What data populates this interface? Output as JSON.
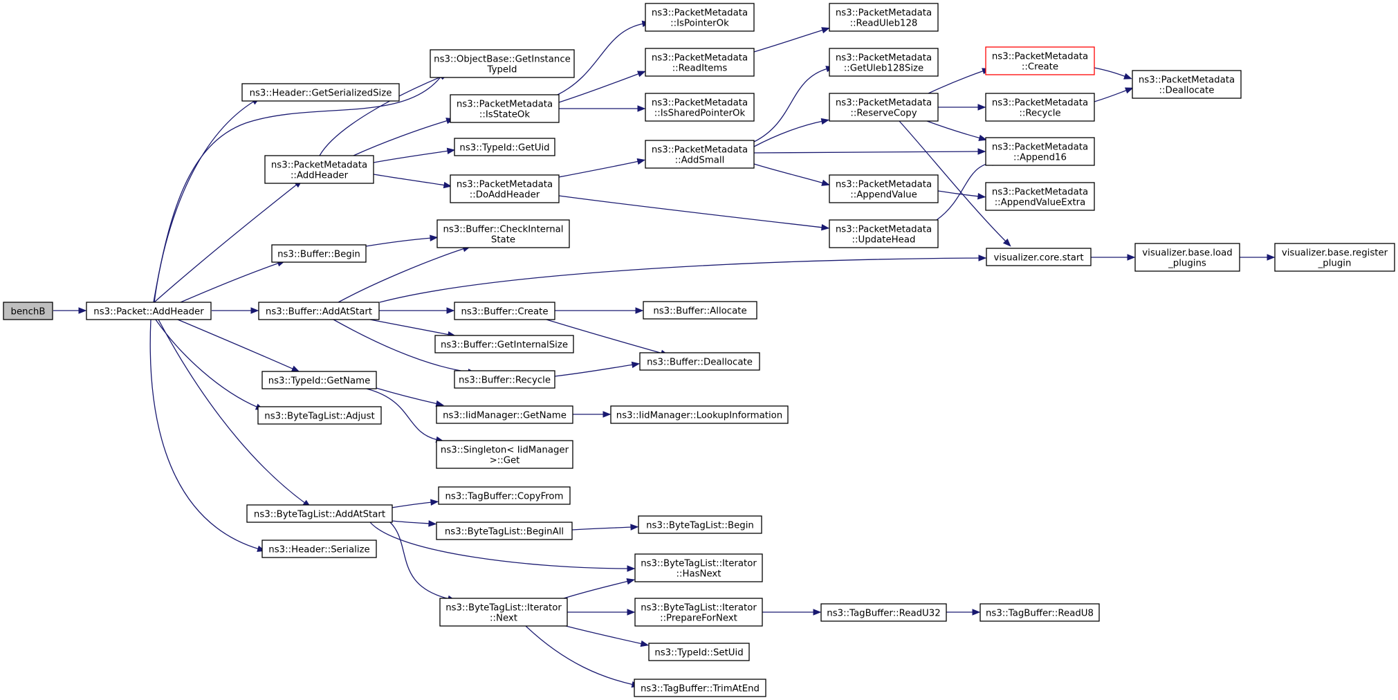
{
  "diagram": {
    "kind": "doxygen-call-graph",
    "colors": {
      "edge": "#191970",
      "highlight_border": "#ff0000",
      "root_fill": "#bfbfbf"
    },
    "nodes": [
      {
        "id": "benchB",
        "lines": [
          "benchB"
        ],
        "style": "root"
      },
      {
        "id": "packet_addheader",
        "lines": [
          "ns3::Packet::AddHeader"
        ]
      },
      {
        "id": "header_getserializedsize",
        "lines": [
          "ns3::Header::GetSerializedSize"
        ]
      },
      {
        "id": "objectbase_getinstancetypeid",
        "lines": [
          "ns3::ObjectBase::GetInstance",
          "TypeId"
        ]
      },
      {
        "id": "pm_addheader",
        "lines": [
          "ns3::PacketMetadata",
          "::AddHeader"
        ]
      },
      {
        "id": "buffer_begin",
        "lines": [
          "ns3::Buffer::Begin"
        ]
      },
      {
        "id": "buffer_addatstart",
        "lines": [
          "ns3::Buffer::AddAtStart"
        ]
      },
      {
        "id": "typeid_getname",
        "lines": [
          "ns3::TypeId::GetName"
        ]
      },
      {
        "id": "bytetaglist_adjust",
        "lines": [
          "ns3::ByteTagList::Adjust"
        ]
      },
      {
        "id": "bytetaglist_addatstart",
        "lines": [
          "ns3::ByteTagList::AddAtStart"
        ]
      },
      {
        "id": "header_serialize",
        "lines": [
          "ns3::Header::Serialize"
        ]
      },
      {
        "id": "pm_isstateok",
        "lines": [
          "ns3::PacketMetadata",
          "::IsStateOk"
        ]
      },
      {
        "id": "typeid_getuid",
        "lines": [
          "ns3::TypeId::GetUid"
        ]
      },
      {
        "id": "pm_doaddheader",
        "lines": [
          "ns3::PacketMetadata",
          "::DoAddHeader"
        ]
      },
      {
        "id": "buffer_checkinternalstate",
        "lines": [
          "ns3::Buffer::CheckInternal",
          "State"
        ]
      },
      {
        "id": "buffer_create",
        "lines": [
          "ns3::Buffer::Create"
        ]
      },
      {
        "id": "buffer_getinternalsize",
        "lines": [
          "ns3::Buffer::GetInternalSize"
        ]
      },
      {
        "id": "buffer_recycle",
        "lines": [
          "ns3::Buffer::Recycle"
        ]
      },
      {
        "id": "iidmanager_getname",
        "lines": [
          "ns3::IidManager::GetName"
        ]
      },
      {
        "id": "singleton_get",
        "lines": [
          "ns3::Singleton< IidManager",
          ">::Get"
        ]
      },
      {
        "id": "tagbuffer_copyfrom",
        "lines": [
          "ns3::TagBuffer::CopyFrom"
        ]
      },
      {
        "id": "bytetaglist_beginall",
        "lines": [
          "ns3::ByteTagList::BeginAll"
        ]
      },
      {
        "id": "iterator_next",
        "lines": [
          "ns3::ByteTagList::Iterator",
          "::Next"
        ]
      },
      {
        "id": "pm_ispointerok",
        "lines": [
          "ns3::PacketMetadata",
          "::IsPointerOk"
        ]
      },
      {
        "id": "pm_readitems",
        "lines": [
          "ns3::PacketMetadata",
          "::ReadItems"
        ]
      },
      {
        "id": "pm_issharedpointerok",
        "lines": [
          "ns3::PacketMetadata",
          "::IsSharedPointerOk"
        ]
      },
      {
        "id": "pm_addsmall",
        "lines": [
          "ns3::PacketMetadata",
          "::AddSmall"
        ]
      },
      {
        "id": "buffer_allocate",
        "lines": [
          "ns3::Buffer::Allocate"
        ]
      },
      {
        "id": "buffer_deallocate",
        "lines": [
          "ns3::Buffer::Deallocate"
        ]
      },
      {
        "id": "iidmanager_lookupinformation",
        "lines": [
          "ns3::IidManager::LookupInformation"
        ]
      },
      {
        "id": "bytetaglist_begin",
        "lines": [
          "ns3::ByteTagList::Begin"
        ]
      },
      {
        "id": "iterator_hasnext",
        "lines": [
          "ns3::ByteTagList::Iterator",
          "::HasNext"
        ]
      },
      {
        "id": "iterator_preparefornext",
        "lines": [
          "ns3::ByteTagList::Iterator",
          "::PrepareForNext"
        ]
      },
      {
        "id": "typeid_setuid",
        "lines": [
          "ns3::TypeId::SetUid"
        ]
      },
      {
        "id": "tagbuffer_trimatend",
        "lines": [
          "ns3::TagBuffer::TrimAtEnd"
        ]
      },
      {
        "id": "pm_readuleb128",
        "lines": [
          "ns3::PacketMetadata",
          "::ReadUleb128"
        ]
      },
      {
        "id": "pm_getuleb128size",
        "lines": [
          "ns3::PacketMetadata",
          "::GetUleb128Size"
        ]
      },
      {
        "id": "pm_reservecopy",
        "lines": [
          "ns3::PacketMetadata",
          "::ReserveCopy"
        ]
      },
      {
        "id": "pm_appendvalue",
        "lines": [
          "ns3::PacketMetadata",
          "::AppendValue"
        ]
      },
      {
        "id": "pm_updatehead",
        "lines": [
          "ns3::PacketMetadata",
          "::UpdateHead"
        ]
      },
      {
        "id": "visualizer_core_start",
        "lines": [
          "visualizer.core.start"
        ]
      },
      {
        "id": "tagbuffer_readu32",
        "lines": [
          "ns3::TagBuffer::ReadU32"
        ]
      },
      {
        "id": "pm_create",
        "lines": [
          "ns3::PacketMetadata",
          "::Create"
        ],
        "style": "red"
      },
      {
        "id": "pm_recycle",
        "lines": [
          "ns3::PacketMetadata",
          "::Recycle"
        ]
      },
      {
        "id": "pm_append16",
        "lines": [
          "ns3::PacketMetadata",
          "::Append16"
        ]
      },
      {
        "id": "pm_appendvalueextra",
        "lines": [
          "ns3::PacketMetadata",
          "::AppendValueExtra"
        ]
      },
      {
        "id": "visualizer_base_load_plugins",
        "lines": [
          "visualizer.base.load",
          "_plugins"
        ]
      },
      {
        "id": "tagbuffer_readu8",
        "lines": [
          "ns3::TagBuffer::ReadU8"
        ]
      },
      {
        "id": "pm_deallocate",
        "lines": [
          "ns3::PacketMetadata",
          "::Deallocate"
        ]
      },
      {
        "id": "visualizer_base_register_plugin",
        "lines": [
          "visualizer.base.register",
          "_plugin"
        ]
      }
    ],
    "edges": [
      [
        "benchB",
        "packet_addheader"
      ],
      [
        "packet_addheader",
        "header_getserializedsize"
      ],
      [
        "packet_addheader",
        "objectbase_getinstancetypeid"
      ],
      [
        "packet_addheader",
        "pm_addheader"
      ],
      [
        "packet_addheader",
        "buffer_begin"
      ],
      [
        "packet_addheader",
        "buffer_addatstart"
      ],
      [
        "packet_addheader",
        "typeid_getname"
      ],
      [
        "packet_addheader",
        "bytetaglist_adjust"
      ],
      [
        "packet_addheader",
        "bytetaglist_addatstart"
      ],
      [
        "packet_addheader",
        "header_serialize"
      ],
      [
        "pm_addheader",
        "objectbase_getinstancetypeid"
      ],
      [
        "pm_addheader",
        "pm_isstateok"
      ],
      [
        "pm_addheader",
        "typeid_getuid"
      ],
      [
        "pm_addheader",
        "pm_doaddheader"
      ],
      [
        "pm_isstateok",
        "pm_ispointerok"
      ],
      [
        "pm_isstateok",
        "pm_readitems"
      ],
      [
        "pm_isstateok",
        "pm_issharedpointerok"
      ],
      [
        "pm_readitems",
        "pm_readuleb128"
      ],
      [
        "pm_doaddheader",
        "pm_addsmall"
      ],
      [
        "pm_doaddheader",
        "pm_updatehead"
      ],
      [
        "pm_addsmall",
        "pm_getuleb128size"
      ],
      [
        "pm_addsmall",
        "pm_reservecopy"
      ],
      [
        "pm_addsmall",
        "pm_append16"
      ],
      [
        "pm_addsmall",
        "pm_appendvalue"
      ],
      [
        "pm_reservecopy",
        "pm_create"
      ],
      [
        "pm_reservecopy",
        "pm_recycle"
      ],
      [
        "pm_reservecopy",
        "pm_append16"
      ],
      [
        "pm_reservecopy",
        "visualizer_core_start"
      ],
      [
        "pm_create",
        "pm_deallocate"
      ],
      [
        "pm_recycle",
        "pm_deallocate"
      ],
      [
        "pm_appendvalue",
        "pm_appendvalueextra"
      ],
      [
        "pm_updatehead",
        "pm_append16"
      ],
      [
        "buffer_begin",
        "buffer_checkinternalstate"
      ],
      [
        "buffer_addatstart",
        "buffer_checkinternalstate"
      ],
      [
        "buffer_addatstart",
        "visualizer_core_start"
      ],
      [
        "buffer_addatstart",
        "buffer_create"
      ],
      [
        "buffer_addatstart",
        "buffer_getinternalsize"
      ],
      [
        "buffer_addatstart",
        "buffer_recycle"
      ],
      [
        "buffer_create",
        "buffer_allocate"
      ],
      [
        "buffer_create",
        "buffer_deallocate"
      ],
      [
        "buffer_recycle",
        "buffer_deallocate"
      ],
      [
        "visualizer_core_start",
        "visualizer_base_load_plugins"
      ],
      [
        "visualizer_base_load_plugins",
        "visualizer_base_register_plugin"
      ],
      [
        "typeid_getname",
        "iidmanager_getname"
      ],
      [
        "typeid_getname",
        "singleton_get"
      ],
      [
        "iidmanager_getname",
        "iidmanager_lookupinformation"
      ],
      [
        "bytetaglist_addatstart",
        "tagbuffer_copyfrom"
      ],
      [
        "bytetaglist_addatstart",
        "bytetaglist_beginall"
      ],
      [
        "bytetaglist_addatstart",
        "iterator_hasnext"
      ],
      [
        "bytetaglist_addatstart",
        "iterator_next"
      ],
      [
        "bytetaglist_beginall",
        "bytetaglist_begin"
      ],
      [
        "iterator_next",
        "iterator_hasnext"
      ],
      [
        "iterator_next",
        "iterator_preparefornext"
      ],
      [
        "iterator_next",
        "typeid_setuid"
      ],
      [
        "iterator_next",
        "tagbuffer_trimatend"
      ],
      [
        "iterator_preparefornext",
        "tagbuffer_readu32"
      ],
      [
        "tagbuffer_readu32",
        "tagbuffer_readu8"
      ]
    ]
  }
}
